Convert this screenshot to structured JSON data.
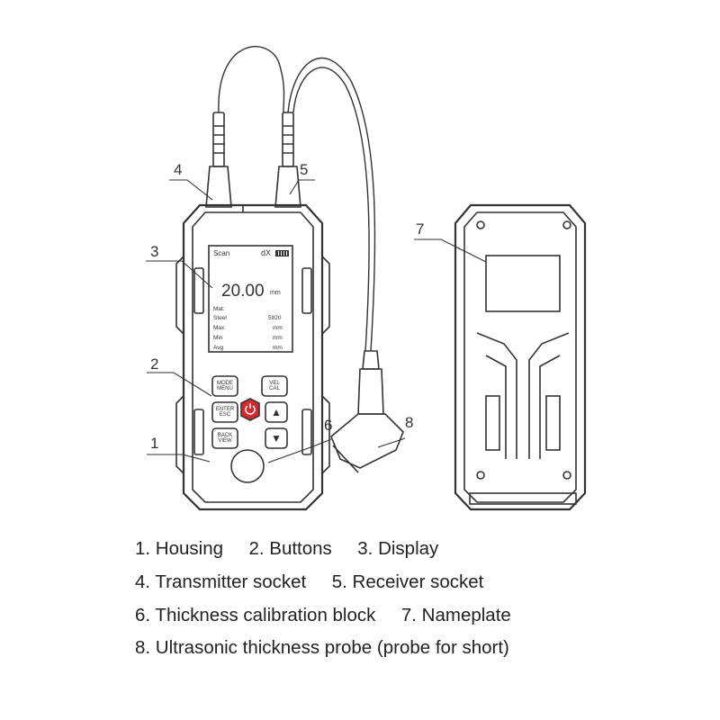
{
  "callouts": {
    "c1": "1",
    "c2": "2",
    "c3": "3",
    "c4": "4",
    "c5": "5",
    "c6": "6",
    "c7": "7",
    "c8": "8"
  },
  "screen": {
    "mode": "Scan",
    "probe_icon": "dX",
    "reading": "20.00",
    "reading_unit": "mm",
    "rows": [
      {
        "label": "Mat:",
        "value": ""
      },
      {
        "label": "Steel",
        "value": "5920"
      },
      {
        "label": "Max",
        "value": "mm"
      },
      {
        "label": "Min",
        "value": "mm"
      },
      {
        "label": "Avg",
        "value": "mm"
      }
    ]
  },
  "buttons": {
    "mode_top": "MODE",
    "mode_bottom": "MENU",
    "vel_top": "VEL",
    "vel_bottom": "CAL",
    "enter_top": "ENTER",
    "enter_bottom": "ESC",
    "back_top": "BACK",
    "back_bottom": "VIEW",
    "up": "▲",
    "down": "▼"
  },
  "legend": [
    "1. Housing     2. Buttons     3. Display",
    "4. Transmitter socket     5. Receiver socket",
    "6. Thickness calibration block     7. Nameplate",
    "8. Ultrasonic thickness probe (probe for short)"
  ],
  "colors": {
    "power": "#d8282e",
    "line": "#333333"
  }
}
